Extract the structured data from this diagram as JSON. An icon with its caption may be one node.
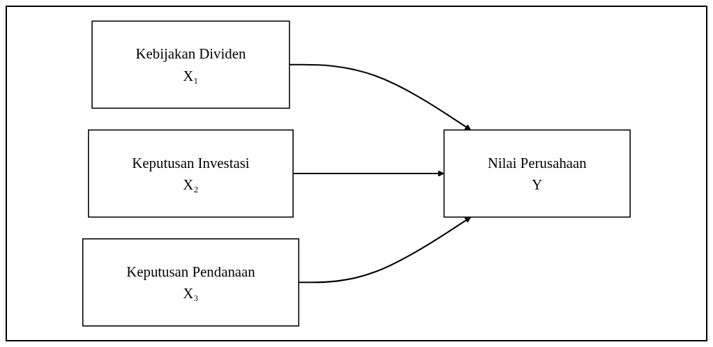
{
  "diagram": {
    "nodes": [
      {
        "text": [
          "Kebijakan Dividen",
          "X₁"
        ]
      },
      {
        "text": [
          "Keputusan Investasi",
          "X₂"
        ]
      },
      {
        "text": [
          "Keputusan Pendanaan",
          "X₃"
        ]
      },
      {
        "text": [
          "Nilai Perusahaan",
          "Y"
        ]
      }
    ],
    "edges": [
      {
        "from": 0,
        "to": 3,
        "arrow": "to"
      },
      {
        "from": 1,
        "to": 3,
        "arrow": "to"
      },
      {
        "from": 2,
        "to": 3,
        "arrow": "to"
      }
    ]
  }
}
